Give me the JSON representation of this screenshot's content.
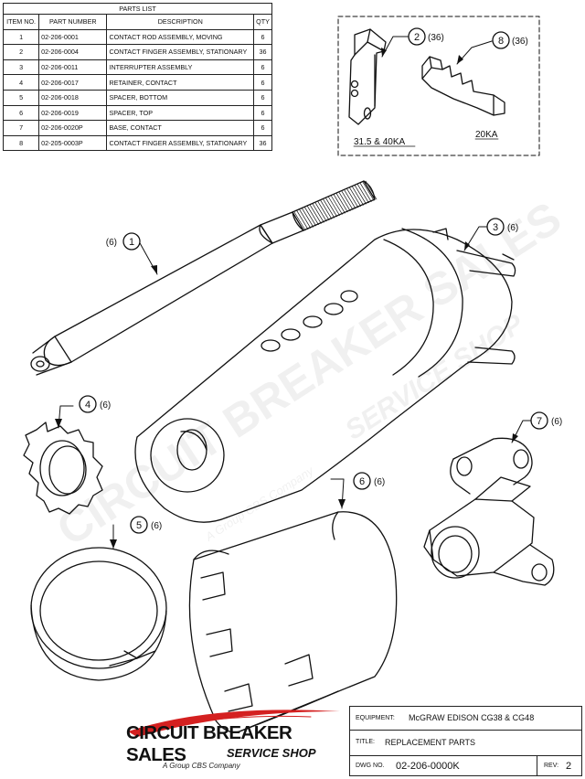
{
  "parts_list": {
    "caption": "PARTS LIST",
    "headers": [
      "ITEM NO.",
      "PART NUMBER",
      "DESCRIPTION",
      "QTY"
    ],
    "rows": [
      [
        "1",
        "02-206-0001",
        "CONTACT ROD ASSEMBLY, MOVING",
        "6"
      ],
      [
        "2",
        "02-206-0004",
        "CONTACT FINGER ASSEMBLY, STATIONARY",
        "36"
      ],
      [
        "3",
        "02-206-0011",
        "INTERRUPTER ASSEMBLY",
        "6"
      ],
      [
        "4",
        "02-206-0017",
        "RETAINER, CONTACT",
        "6"
      ],
      [
        "5",
        "02-206-0018",
        "SPACER, BOTTOM",
        "6"
      ],
      [
        "6",
        "02-206-0019",
        "SPACER, TOP",
        "6"
      ],
      [
        "7",
        "02-206-0020P",
        "BASE, CONTACT",
        "6"
      ],
      [
        "8",
        "02-205-0003P",
        "CONTACT FINGER ASSEMBLY, STATIONARY",
        "36"
      ]
    ]
  },
  "callouts": {
    "c1": {
      "num": "1",
      "qty": "(6)"
    },
    "c2": {
      "num": "2",
      "qty": "(36)"
    },
    "c3": {
      "num": "3",
      "qty": "(6)"
    },
    "c4": {
      "num": "4",
      "qty": "(6)"
    },
    "c5": {
      "num": "5",
      "qty": "(6)"
    },
    "c6": {
      "num": "6",
      "qty": "(6)"
    },
    "c7": {
      "num": "7",
      "qty": "(6)"
    },
    "c8": {
      "num": "8",
      "qty": "(36)"
    }
  },
  "detail_labels": {
    "finger_large": "31.5 & 40KA",
    "finger_small": "20KA"
  },
  "watermark": {
    "line1": "CIRCUIT BREAKER SALES",
    "line2": "SERVICE SHOP",
    "line3": "A Group CBS Company"
  },
  "logo": {
    "main": "CIRCUIT BREAKER SALES",
    "sub": "SERVICE SHOP",
    "tagline": "A Group CBS Company"
  },
  "title_block": {
    "equipment_label": "EQUIPMENT:",
    "equipment_value": "McGRAW EDISON CG38 & CG48",
    "title_label": "TITLE:",
    "title_value": "REPLACEMENT PARTS",
    "dwg_label": "DWG NO.",
    "dwg_value": "02-206-0000K",
    "rev_label": "REV:",
    "rev_value": "2"
  }
}
